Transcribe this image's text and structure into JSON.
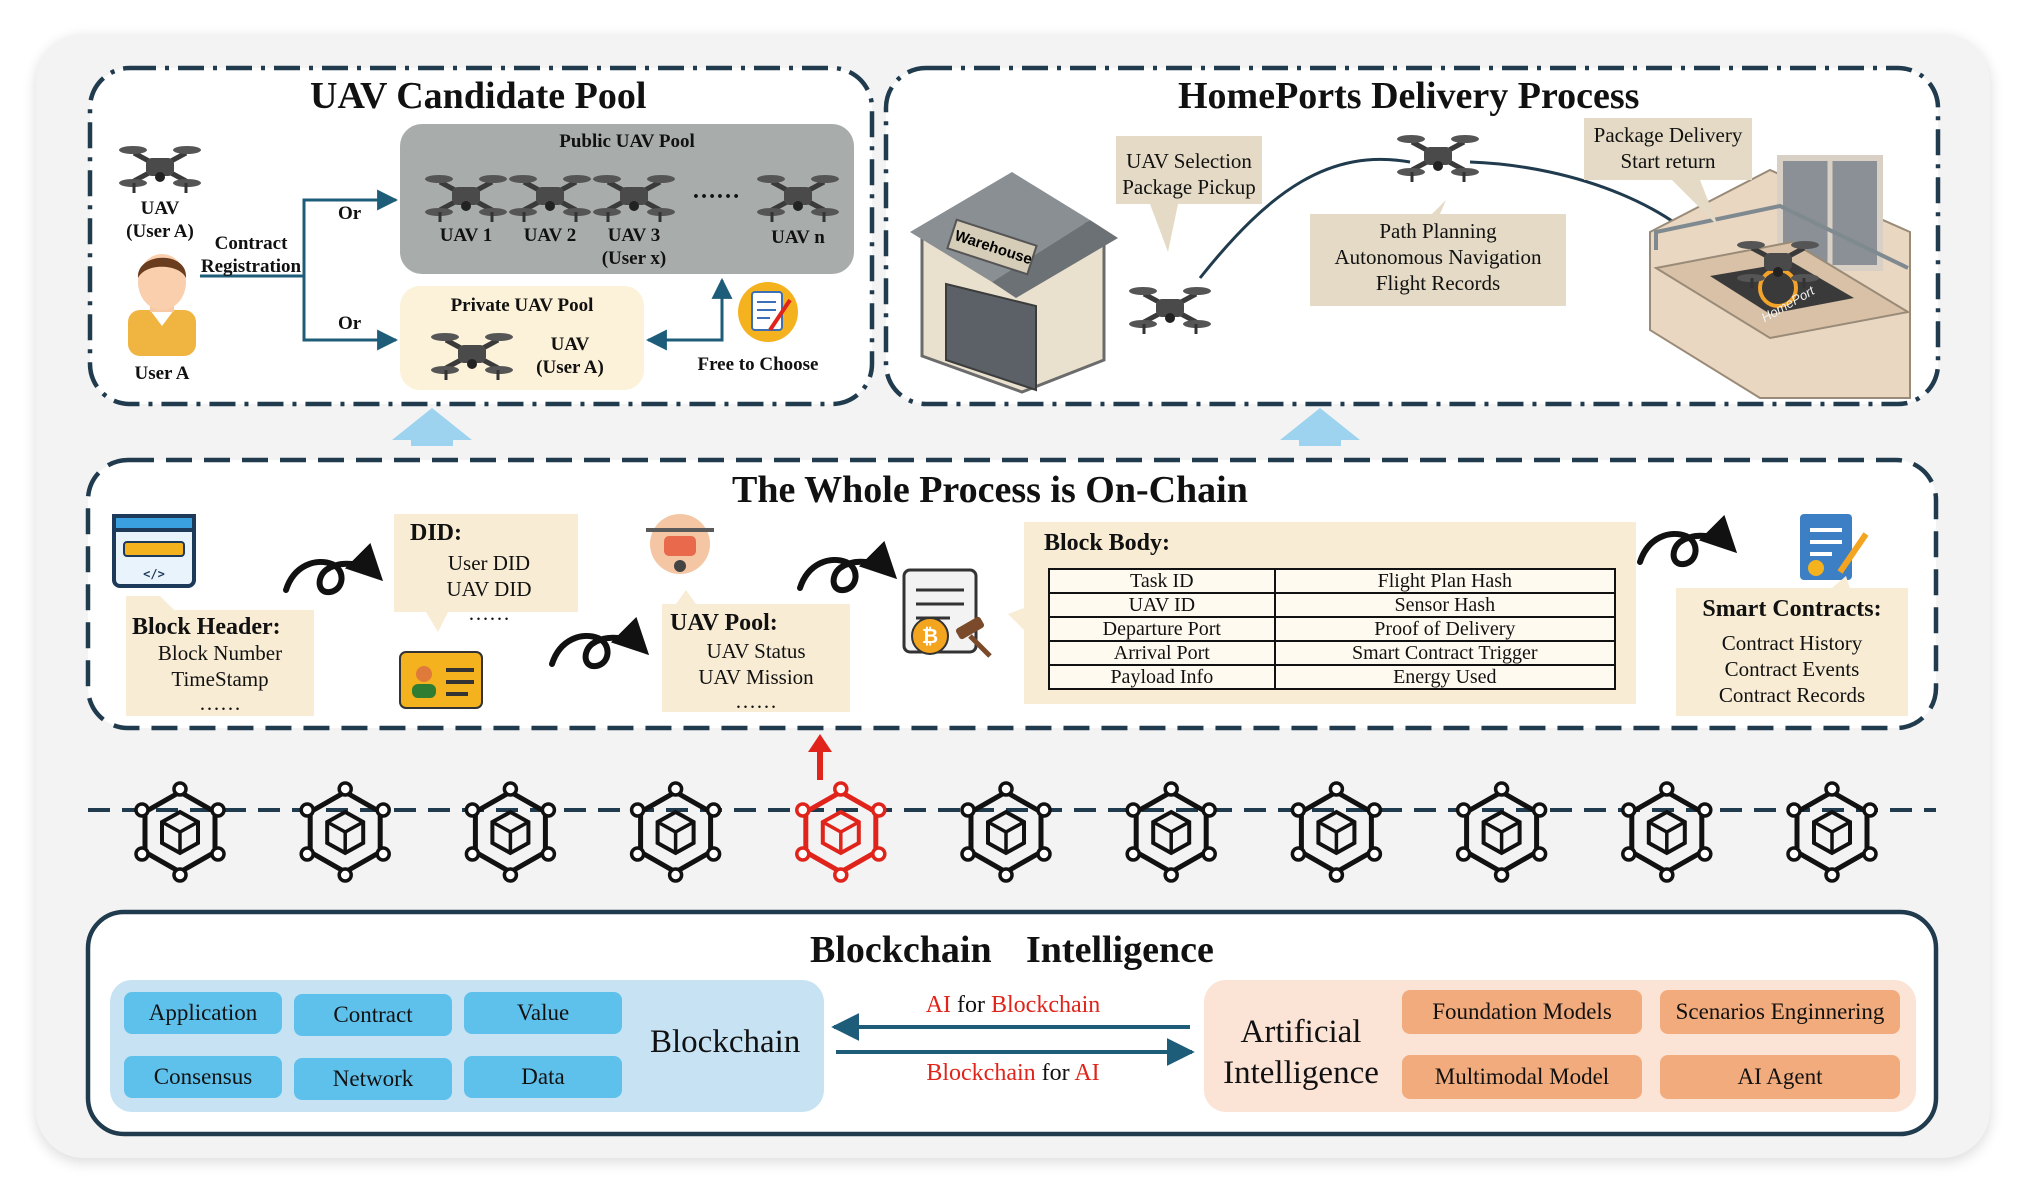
{
  "candidate_pool": {
    "title": "UAV Candidate Pool",
    "user_uav_label_line1": "UAV",
    "user_uav_label_line2": "(User A)",
    "user_label": "User A",
    "contract_registration_line1": "Contract",
    "contract_registration_line2": "Registration",
    "or_top": "Or",
    "or_bottom": "Or",
    "public_pool": {
      "title": "Public UAV Pool",
      "items": [
        {
          "label": "UAV 1",
          "sub": ""
        },
        {
          "label": "UAV 2",
          "sub": ""
        },
        {
          "label": "UAV 3",
          "sub": "(User x)"
        },
        {
          "label": "UAV n",
          "sub": ""
        }
      ],
      "ellipsis": "……"
    },
    "private_pool": {
      "title": "Private UAV Pool",
      "uav_line1": "UAV",
      "uav_line2": "(User A)"
    },
    "free_to_choose": "Free to Choose"
  },
  "delivery_process": {
    "title": "HomePorts Delivery Process",
    "warehouse_sign": "Warehouse",
    "homeport_sign": "HomePort",
    "callout_selection_line1": "UAV Selection",
    "callout_selection_line2": "Package Pickup",
    "callout_path_line1": "Path Planning",
    "callout_path_line2": "Autonomous Navigation",
    "callout_path_line3": "Flight Records",
    "callout_delivery_line1": "Package Delivery",
    "callout_delivery_line2": "Start return"
  },
  "on_chain": {
    "title": "The Whole Process is On-Chain",
    "block_header": {
      "title": "Block Header:",
      "line1": "Block Number",
      "line2": "TimeStamp",
      "line3": "……"
    },
    "did": {
      "title": "DID:",
      "line1": "User DID",
      "line2": "UAV DID",
      "line3": "……"
    },
    "uav_pool": {
      "title": "UAV Pool:",
      "line1": "UAV Status",
      "line2": "UAV Mission",
      "line3": "……"
    },
    "block_body": {
      "title": "Block Body:",
      "rows": [
        [
          "Task ID",
          "Flight Plan Hash"
        ],
        [
          "UAV ID",
          "Sensor Hash"
        ],
        [
          "Departure Port",
          "Proof of Delivery"
        ],
        [
          "Arrival Port",
          "Smart Contract Trigger"
        ],
        [
          "Payload Info",
          "Energy Used"
        ]
      ]
    },
    "smart_contracts": {
      "title": "Smart Contracts:",
      "line1": "Contract History",
      "line2": "Contract Events",
      "line3": "Contract Records"
    }
  },
  "chain": {
    "block_count": 11,
    "highlight_index": 4,
    "normal_color": "#111111",
    "highlight_color": "#e0241b"
  },
  "blockchain_intelligence": {
    "title_part1": "Blockchain",
    "title_part2": "Intelligence",
    "blockchain_label": "Blockchain",
    "blockchain_chips": [
      "Application",
      "Contract",
      "Value",
      "Consensus",
      "Network",
      "Data"
    ],
    "ai_label_line1": "Artificial",
    "ai_label_line2": "Intelligence",
    "ai_chips": [
      "Foundation Models",
      "Scenarios Enginnering",
      "Multimodal Model",
      "AI Agent"
    ],
    "arrow_top_part1": "AI",
    "arrow_top_part2": " for ",
    "arrow_top_part3": "Blockchain",
    "arrow_bottom_part1": "Blockchain",
    "arrow_bottom_part2": " for ",
    "arrow_bottom_part3": "AI"
  },
  "colors": {
    "dark_teal": "#1f3b4d",
    "arrow_teal": "#1d5d7a",
    "light_blue_arrow": "#9dd3ee",
    "blockchain_panel": "#c7e3f3",
    "blockchain_chip": "#5ec1ec",
    "ai_panel": "#fbe3d6",
    "ai_chip": "#f2ab7c",
    "public_pool_bg": "#a8adab",
    "private_pool_bg": "#fcf1d9",
    "callout_bg": "#e4dac5",
    "beige_box": "#f8ecd4",
    "red": "#e0241b"
  }
}
